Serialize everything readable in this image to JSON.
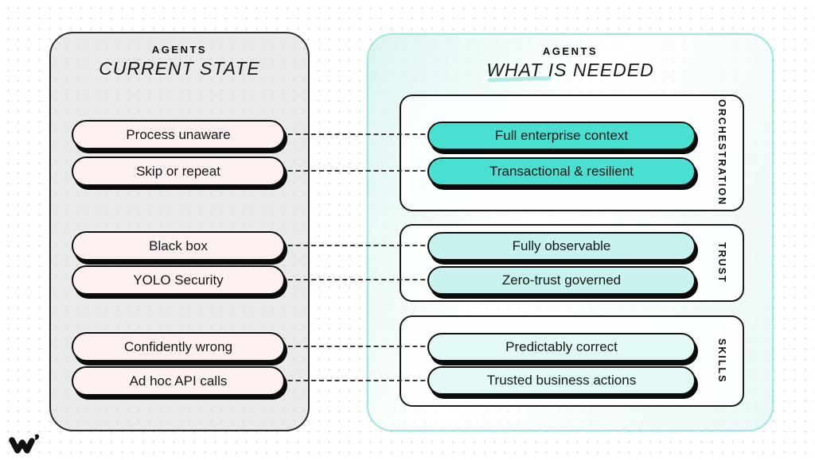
{
  "header_left": {
    "kicker": "AGENTS",
    "title": "CURRENT STATE"
  },
  "header_right": {
    "kicker": "AGENTS",
    "title": "WHAT IS NEEDED"
  },
  "left_panel": {
    "pills": [
      "Process unaware",
      "Skip or repeat",
      "Black box",
      "YOLO Security",
      "Confidently wrong",
      "Ad hoc API calls"
    ]
  },
  "right_panel": {
    "sections": [
      {
        "label": "ORCHESTRATION",
        "pills": [
          "Full enterprise context",
          "Transactional & resilient"
        ]
      },
      {
        "label": "TRUST",
        "pills": [
          "Fully observable",
          "Zero-trust governed"
        ]
      },
      {
        "label": "SKILLS",
        "pills": [
          "Predictably correct",
          "Trusted business actions"
        ]
      }
    ]
  },
  "logo": {
    "name": "workato-mark"
  },
  "colors": {
    "pill_pink": "#FCF1F0",
    "pill_teal_strong": "#49E0D1",
    "pill_teal_medium": "#C8F3EE",
    "pill_teal_light": "#E3F9F5",
    "panel_gray": "#EBEBEB",
    "panel_teal_border": "#A5E7E0",
    "ink": "#161616",
    "connector": "#3D3D3D",
    "swoosh": "#ACE9E2"
  }
}
